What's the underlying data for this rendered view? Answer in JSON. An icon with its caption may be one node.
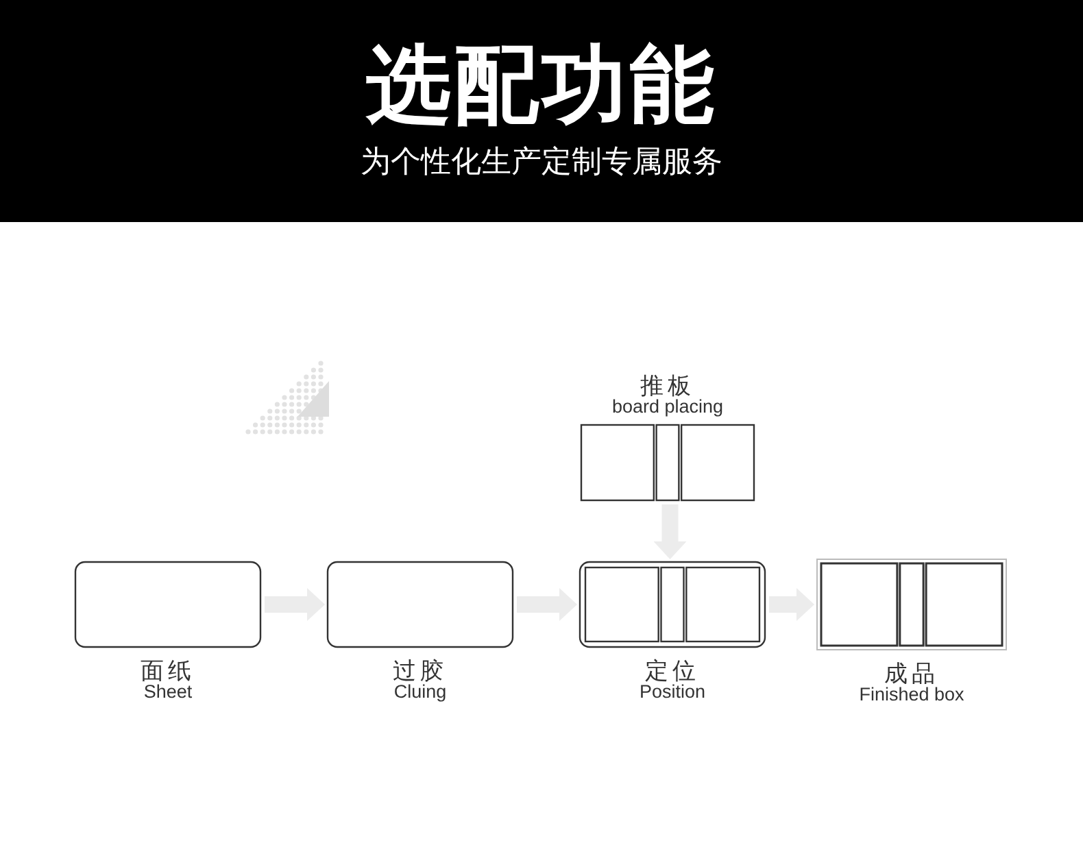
{
  "diagram": {
    "title": "选配功能",
    "nodes": [
      {
        "text": [
          "面纸",
          "Sheet"
        ]
      },
      {
        "text": [
          "过胶",
          "Cluing"
        ]
      },
      {
        "text": [
          "推板",
          "board placing"
        ]
      },
      {
        "text": [
          "定位",
          "Position"
        ]
      },
      {
        "text": [
          "成品",
          "Finished box"
        ]
      }
    ],
    "edges": [
      {
        "from": 0,
        "to": 1,
        "arrow": "to"
      },
      {
        "from": 1,
        "to": 3,
        "arrow": "to"
      },
      {
        "from": 2,
        "to": 3,
        "arrow": "to"
      },
      {
        "from": 3,
        "to": 4,
        "arrow": "to"
      }
    ],
    "labels": [
      "为个性化生产定制专属服务"
    ]
  }
}
